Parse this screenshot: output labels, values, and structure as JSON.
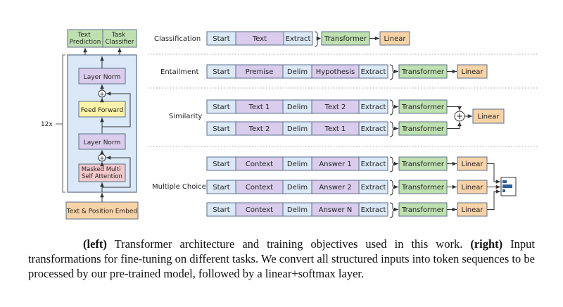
{
  "colors": {
    "blue": "#dbe8f7",
    "purple": "#d9ccec",
    "green": "#bfe0b0",
    "orange": "#f8d3a7",
    "yellow": "#fdf3a8",
    "pink": "#f4c9cc",
    "stroke": "#5b6f8c",
    "line": "#333333"
  },
  "left": {
    "heads": [
      "Text\nPrediction",
      "Task\nClassifier"
    ],
    "layer_norm_top": "Layer Norm",
    "feed_forward": "Feed Forward",
    "layer_norm_bottom": "Layer Norm",
    "attention": "Masked Multi\nSelf Attention",
    "embed": "Text & Position Embed",
    "repeat": "12x"
  },
  "tasks": {
    "classification": "Classification",
    "entailment": "Entailment",
    "similarity": "Similarity",
    "multiple_choice": "Multiple Choice"
  },
  "rows": {
    "classification": [
      "Start",
      "Text",
      "Extract"
    ],
    "entailment": [
      "Start",
      "Premise",
      "Delim",
      "Hypothesis",
      "Extract"
    ],
    "similarity_1": [
      "Start",
      "Text 1",
      "Delim",
      "Text 2",
      "Extract"
    ],
    "similarity_2": [
      "Start",
      "Text 2",
      "Delim",
      "Text 1",
      "Extract"
    ],
    "mc_1": [
      "Start",
      "Context",
      "Delim",
      "Answer 1",
      "Extract"
    ],
    "mc_2": [
      "Start",
      "Context",
      "Delim",
      "Answer 2",
      "Extract"
    ],
    "mc_3": [
      "Start",
      "Context",
      "Delim",
      "Answer N",
      "Extract"
    ]
  },
  "blocks": {
    "transformer": "Transformer",
    "linear": "Linear",
    "plus": "+"
  },
  "caption": {
    "left_label": "(left)",
    "left_text": " Transformer architecture and training objectives used in this work. ",
    "right_label": "(right)",
    "right_text": " Input transformations for fine-tuning on different tasks.  We convert all structured inputs into token sequences to be processed by our pre-trained model, followed by a linear+softmax layer."
  }
}
